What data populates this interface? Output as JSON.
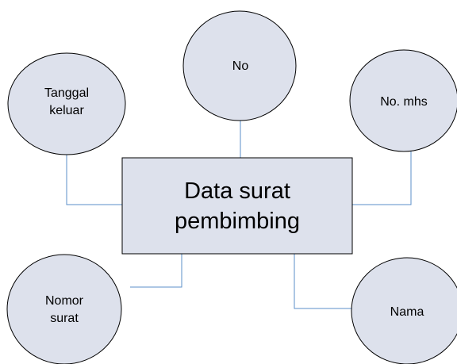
{
  "diagram": {
    "entity": {
      "lines": [
        "Data surat",
        "pembimbing"
      ]
    },
    "attributes": {
      "no": {
        "lines": [
          "No"
        ]
      },
      "tanggal_keluar": {
        "lines": [
          "Tanggal",
          "keluar"
        ]
      },
      "no_mhs": {
        "lines": [
          "No. mhs"
        ]
      },
      "nomor_surat": {
        "lines": [
          "Nomor",
          "surat"
        ]
      },
      "nama": {
        "lines": [
          "Nama"
        ]
      }
    },
    "colors": {
      "circle_fill": "#dde1ec",
      "circle_stroke": "#000000",
      "entity_fill": "#dde1ec",
      "entity_stroke": "#000000",
      "connector": "#5b8fc9"
    }
  }
}
